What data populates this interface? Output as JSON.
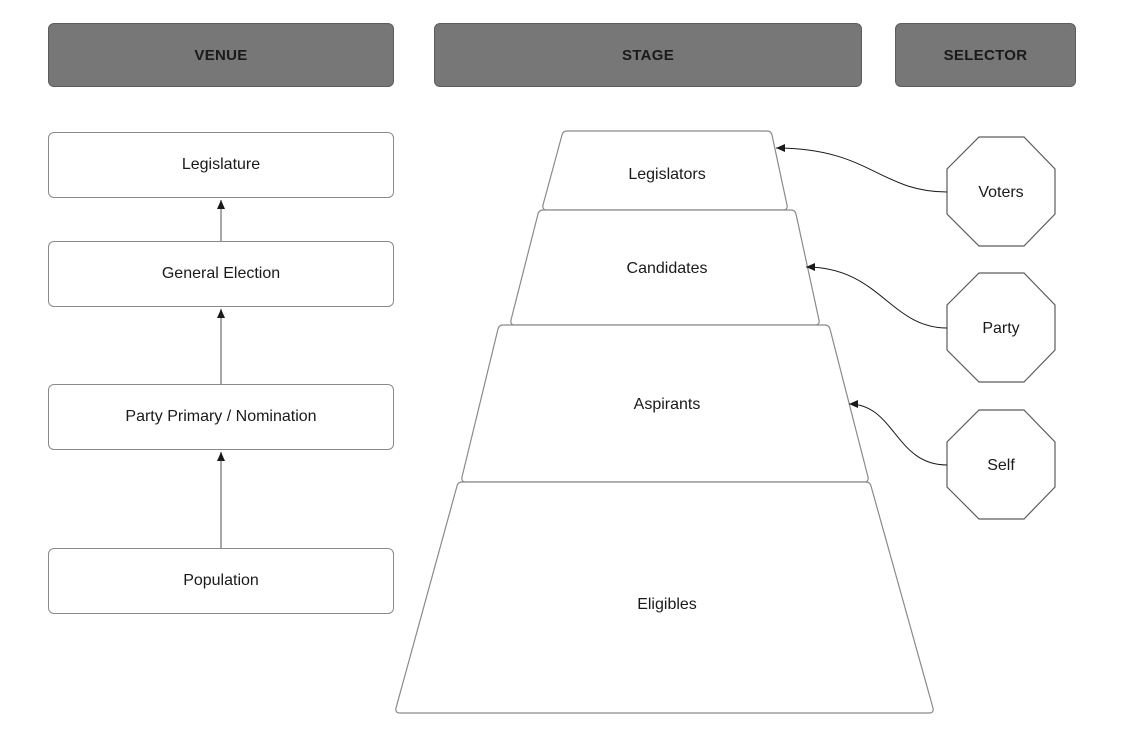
{
  "headers": {
    "venue": "VENUE",
    "stage": "STAGE",
    "selector": "SELECTOR"
  },
  "venues": [
    {
      "label": "Legislature"
    },
    {
      "label": "General Election"
    },
    {
      "label": "Party Primary / Nomination"
    },
    {
      "label": "Population"
    }
  ],
  "stages": [
    {
      "label": "Legislators"
    },
    {
      "label": "Candidates"
    },
    {
      "label": "Aspirants"
    },
    {
      "label": "Eligibles"
    }
  ],
  "selectors": [
    {
      "label": "Voters"
    },
    {
      "label": "Party"
    },
    {
      "label": "Self"
    }
  ],
  "colors": {
    "header_fill": "#777777",
    "stroke": "#8a8a8a",
    "text": "#1a1a1a"
  }
}
